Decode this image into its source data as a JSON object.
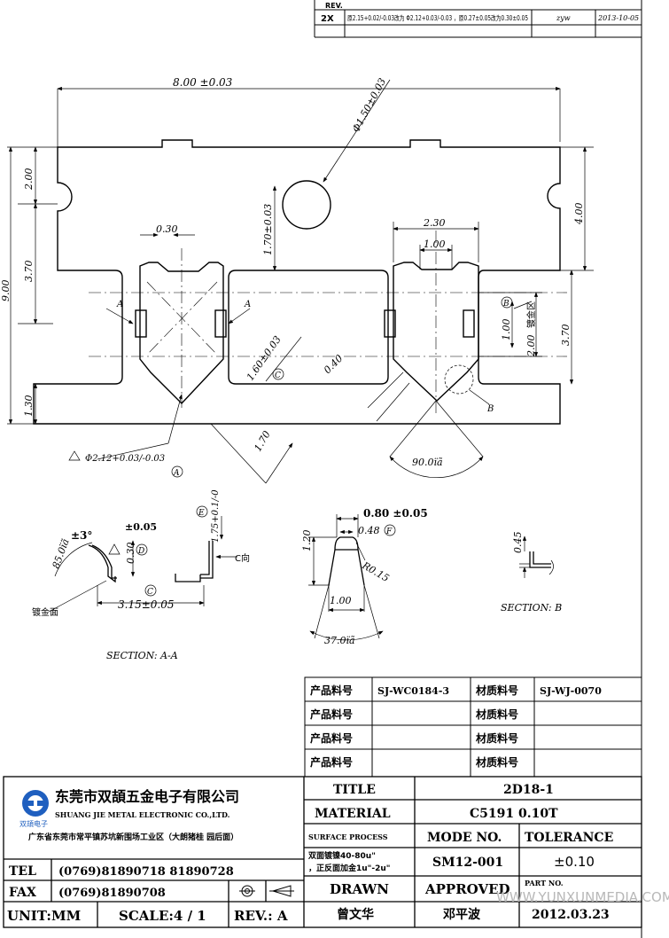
{
  "revision_table": {
    "header": "REV.",
    "mark": "2X",
    "description": "原2.15+0.02/-0.03改为 Φ2.12+0.03/-0.03 ，原0.27±0.05改为0.30±0.05",
    "by": "zyw",
    "date": "2013-10-05"
  },
  "top_view": {
    "dim_width": "8.00 ±0.03",
    "dim_hole": "Φ1.50±0.03",
    "dim_2_00": "2.00",
    "dim_3_70": "3.70",
    "dim_9_00": "9.00",
    "dim_1_30": "1.30",
    "dim_0_30": "0.30",
    "dim_1_70_vert": "1.70±0.03",
    "dim_2_30": "2.30",
    "dim_1_00": "1.00",
    "dim_4_00": "4.00",
    "dim_1_00_right": "1.00",
    "dim_2_00_right": "2.00",
    "plating_label": "镀金区",
    "dim_3_70_right": "3.70",
    "dim_1_60": "1.60±0.03",
    "dim_0_40": "0.40",
    "dim_1_70_diag": "1.70",
    "dim_pin_dia": "Φ2.12+0.03/-0.03",
    "angle_90": "90.0ïã",
    "section_mark": "A",
    "detail_mark": "B",
    "circle_c": "C",
    "circle_a": "A",
    "circle_b": "B"
  },
  "section_aa": {
    "angle_3": "±3°",
    "tol_005": "±0.05",
    "angle_85": "85.0ïã",
    "dim_0_30": "0.30",
    "dim_1_75": "1.75+0.1/-0",
    "c_dir": "C向",
    "plating_face": "镀金面",
    "dim_3_15": "3.15±0.05",
    "title": "SECTION: A-A",
    "circle_d": "D",
    "circle_e": "E",
    "circle_c": "C"
  },
  "detail_c": {
    "dim_0_80": "0.80 ±0.05",
    "dim_0_48": "0.48",
    "dim_1_20": "1.20",
    "dim_r015": "R0.15",
    "dim_1_00": "1.00",
    "angle_37": "37.0ïã",
    "circle_f": "F"
  },
  "section_b": {
    "dim_0_45": "0.45",
    "title": "SECTION: B"
  },
  "material_table": {
    "rows": [
      {
        "label1": "产品料号",
        "value1": "SJ-WC0184-3",
        "label2": "材质料号",
        "value2": "SJ-WJ-0070"
      },
      {
        "label1": "产品料号",
        "value1": "",
        "label2": "材质料号",
        "value2": ""
      },
      {
        "label1": "产品料号",
        "value1": "",
        "label2": "材质料号",
        "value2": ""
      },
      {
        "label1": "产品料号",
        "value1": "",
        "label2": "材质料号",
        "value2": ""
      }
    ]
  },
  "title_block": {
    "company_cn": "东莞市双頡五金电子有限公司",
    "company_en": "SHUANG JIE METAL ELECTRONIC CO.,LTD.",
    "logo_text": "双頡电子",
    "address": "广东省东莞市常平镇苏坑新围场工业区（大朗猪桂 园后面）",
    "tel_label": "TEL",
    "tel_value": "(0769)81890718  81890728",
    "fax_label": "FAX",
    "fax_value": "(0769)81890708",
    "unit": "UNIT:MM",
    "scale": "SCALE:4 / 1",
    "rev": "REV.: A",
    "title_label": "TITLE",
    "title_value": "2D18-1",
    "material_label": "MATERIAL",
    "material_value": "C5191   0.10T",
    "surface_label": "SURFACE PROCESS",
    "surface_value_1": "双面镀镍40-80u\"",
    "surface_value_2": "，正反面加金1u\"-2u\"",
    "mode_label": "MODE NO.",
    "mode_value": "SM12-001",
    "tolerance_label": "TOLERANCE",
    "tolerance_value": "±0.10",
    "drawn_label": "DRAWN",
    "drawn_value": "曾文华",
    "approved_label": "APPROVED",
    "approved_value": "邓平波",
    "part_no_label": "PART NO.",
    "date_value": "2012.03.23"
  },
  "watermark": "WWW.YUNXUNMEDIA.COM"
}
